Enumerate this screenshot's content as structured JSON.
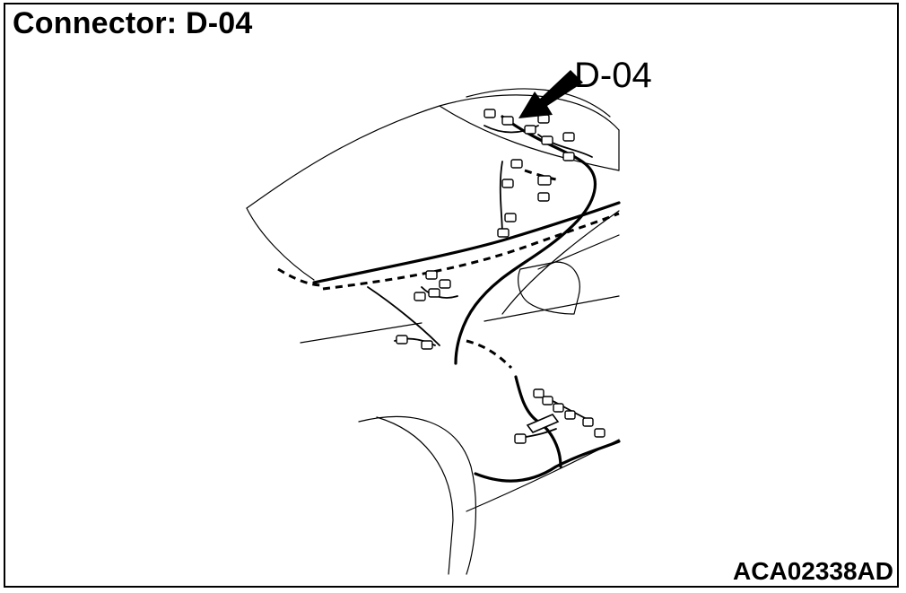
{
  "diagram": {
    "title": "Connector: D-04",
    "callout_label": "D-04",
    "figure_code": "ACA02338AD"
  },
  "colors": {
    "ink": "#000000",
    "paper": "#ffffff"
  }
}
